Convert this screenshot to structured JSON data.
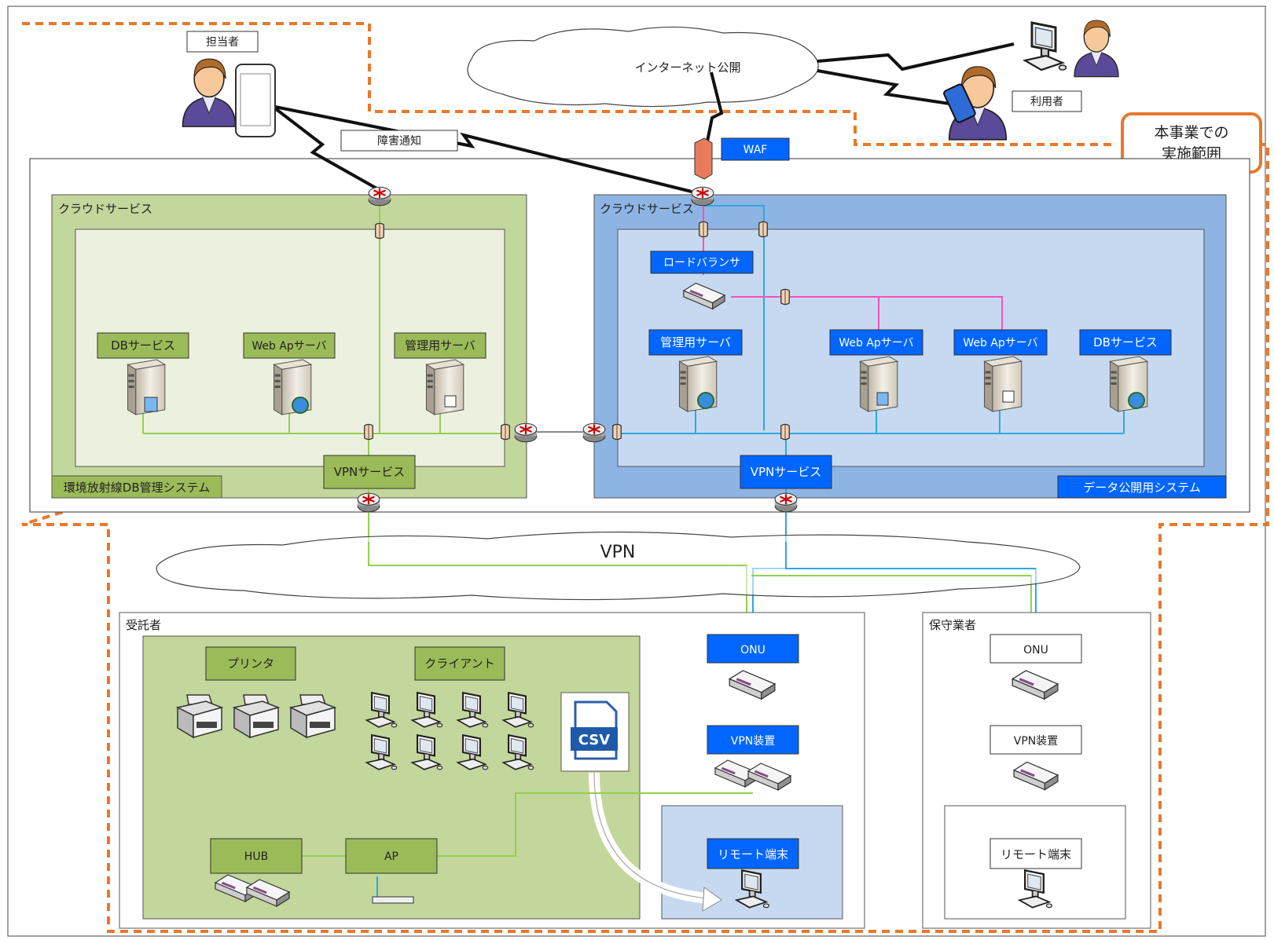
{
  "labels": {
    "tantousha": "担当者",
    "internet": "インターネット公開",
    "riyousha": "利用者",
    "scope": [
      "本事業での",
      "実施範囲"
    ],
    "shougai": "障害通知",
    "waf": "WAF",
    "cloud_left": "クラウドサービス",
    "cloud_right": "クラウドサービス",
    "lb": "ロードバランサ",
    "left_db": "DBサービス",
    "left_web": "Web Apサーバ",
    "left_kanri": "管理用サーバ",
    "right_kanri": "管理用サーバ",
    "right_web1": "Web Apサーバ",
    "right_web2": "Web Apサーバ",
    "right_db": "DBサービス",
    "vpn_left": "VPNサービス",
    "vpn_right": "VPNサービス",
    "sys_left": "環境放射線DB管理システム",
    "sys_right": "データ公開用システム",
    "vpn_cloud": "VPN",
    "jutakusha": "受託者",
    "hoshu": "保守業者",
    "printer": "プリンタ",
    "client": "クライアント",
    "csv": "CSV",
    "hub": "HUB",
    "ap": "AP",
    "onu_a": "ONU",
    "vpnsouchi_a": "VPN装置",
    "remote_a": "リモート端末",
    "onu_b": "ONU",
    "vpnsouchi_b": "VPN装置",
    "remote_b": "リモート端末"
  },
  "colors": {
    "scope_border": "#e8782a",
    "green_zone": "#c3d69b",
    "green_label": "#9bbb59",
    "blue_zone": "#8eb4e3",
    "blue_label": "#0066ff",
    "green_line": "#92d050",
    "blue_line": "#2ea8e0",
    "pink_line": "#ff4fb8"
  }
}
